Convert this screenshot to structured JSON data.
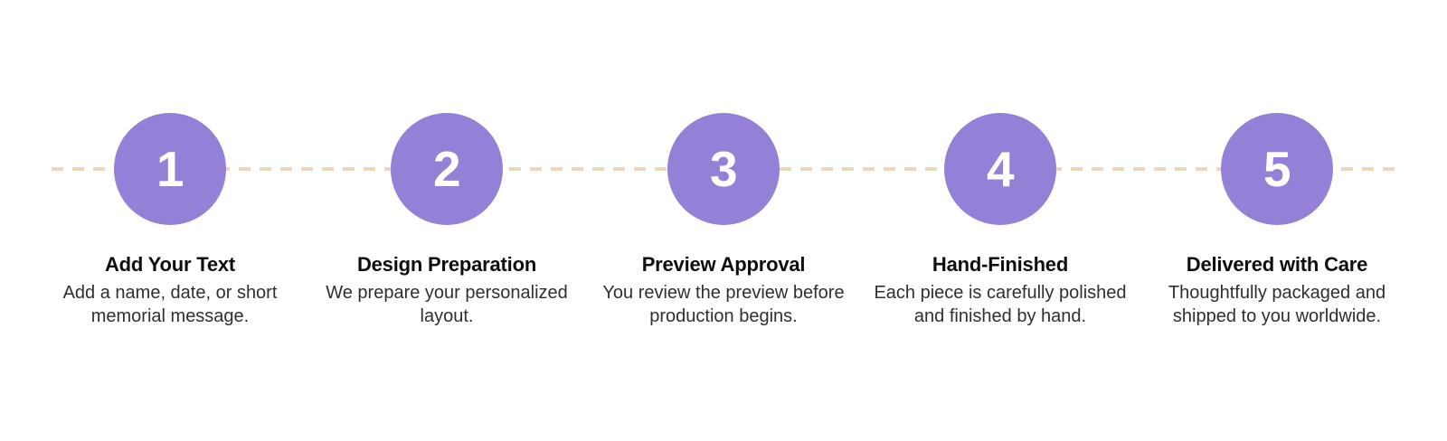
{
  "theme": {
    "background": "#ffffff",
    "badge_fill": "#9480d6",
    "badge_text": "#ffffff",
    "connector": "#ecd6bd",
    "title_color": "#0e0e10",
    "description_color": "#2f2f33"
  },
  "connector": {
    "style": "dashed",
    "name": "process-connector-line"
  },
  "steps": [
    {
      "number": "1",
      "title": "Add Your Text",
      "description": "Add a name, date, or short memorial message."
    },
    {
      "number": "2",
      "title": "Design Preparation",
      "description": "We prepare your personalized layout."
    },
    {
      "number": "3",
      "title": "Preview Approval",
      "description": "You review the preview before production begins."
    },
    {
      "number": "4",
      "title": "Hand-Finished",
      "description": "Each piece is carefully polished and finished by hand."
    },
    {
      "number": "5",
      "title": "Delivered with Care",
      "description": "Thoughtfully packaged and shipped to you worldwide."
    }
  ]
}
